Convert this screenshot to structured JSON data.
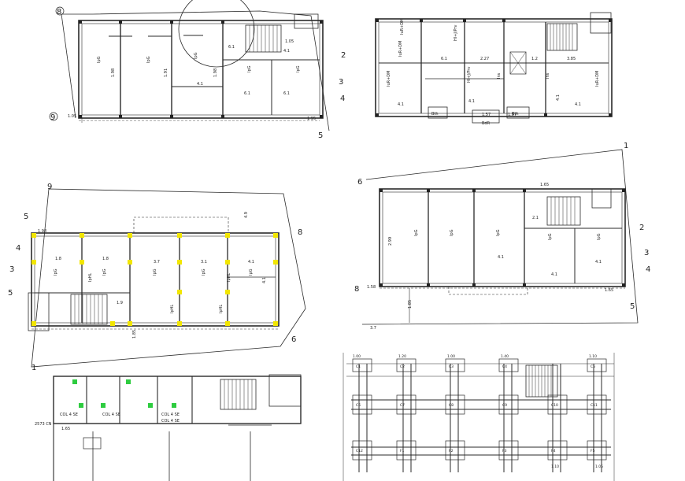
{
  "drawing": {
    "plan1": {
      "room_labels": [
        "IpG",
        "IpG",
        "IpG",
        "IpG",
        "IpG"
      ],
      "dimensions": [
        "1.05",
        "1.98",
        "1.91",
        "1.98",
        "4.1",
        "6.1",
        "6.1",
        "6.1",
        "4.1",
        "1.05",
        "1.95"
      ],
      "grid_markers": [
        "8",
        "9",
        "2",
        "3",
        "4",
        "5"
      ]
    },
    "plan2": {
      "room_labels": [
        "IuR+DM",
        "IuR+DM",
        "IuR+DM",
        "IuR+DM",
        "Hl+J/Prv",
        "Hl+J/Prv",
        "Ins",
        "Ins"
      ],
      "dimensions": [
        "4.1",
        "6.1",
        "4.1",
        "4.1",
        "1.57",
        "1.57",
        "2.27",
        "1.2",
        "3.85",
        "4.1"
      ],
      "bottom_labels": [
        "Bth",
        "BdR",
        "Bth"
      ]
    },
    "plan3": {
      "room_labels": [
        "IpG",
        "IpG",
        "IpG",
        "IpG",
        "IpG",
        "IpHL",
        "IpHL",
        "IpHL",
        "IpHL"
      ],
      "dimensions": [
        "1.98",
        "1.8",
        "1.8",
        "3.7",
        "3.1",
        "4.1",
        "4.1",
        "1.9",
        "1.85",
        "4.9"
      ],
      "grid_markers": [
        "9",
        "5",
        "4",
        "3",
        "5",
        "8",
        "6",
        "1"
      ]
    },
    "plan4": {
      "room_labels": [
        "IpG",
        "IpG",
        "IpG",
        "IpG",
        "IpG"
      ],
      "dimensions": [
        "1.65",
        "1.58",
        "2.99",
        "4.1",
        "2.1",
        "4.1",
        "4.1",
        "1.65",
        "1.85",
        "3.7"
      ],
      "grid_markers": [
        "6",
        "8",
        "1",
        "2",
        "3",
        "4",
        "5"
      ]
    },
    "plan5": {
      "labels": [
        "2573 CN",
        "1.65",
        "COL 4 SE",
        "COL 4 SE",
        "COL 4 SE",
        "COL 4 SE"
      ]
    },
    "plan6": {
      "column_labels": [
        "C1",
        "C2",
        "C3",
        "C4",
        "C5",
        "C6",
        "C7",
        "C8",
        "C9",
        "C10",
        "C11",
        "C12"
      ],
      "dimensions": [
        "1.00",
        "1.20",
        "1.00",
        "1.40",
        "1.10",
        "1.10",
        "1.05"
      ],
      "footing_labels": [
        "F1",
        "F2",
        "F3",
        "F4",
        "F5"
      ]
    }
  }
}
